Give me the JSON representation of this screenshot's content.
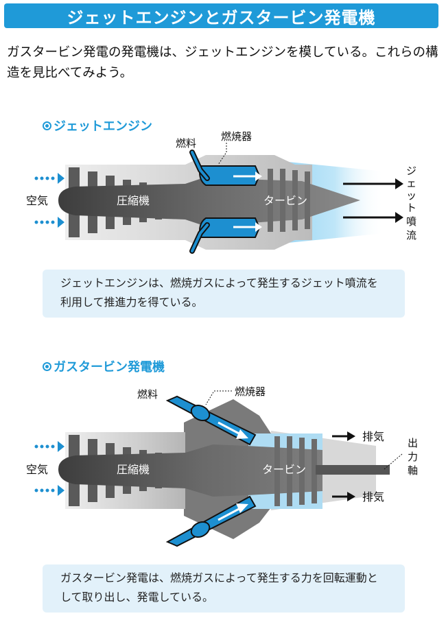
{
  "header": {
    "title": "ジェットエンジンとガスタービン発電機"
  },
  "intro": {
    "text": "ガスタービン発電の発電機は、ジェットエンジンを模している。これらの構造を見比べてみよう。"
  },
  "jet": {
    "title": "ジェットエンジン",
    "fuel_label": "燃料",
    "combustor_label": "燃焼器",
    "air_label": "空気",
    "compressor_label": "圧縮機",
    "turbine_label": "タービン",
    "jet_stream_label": "ジェット噴流",
    "note": "ジェットエンジンは、燃焼ガスによって発生するジェット噴流を利用して推進力を得ている。"
  },
  "gas": {
    "title": "ガスタービン発電機",
    "fuel_label": "燃料",
    "combustor_label": "燃焼器",
    "air_label": "空気",
    "compressor_label": "圧縮機",
    "turbine_label": "タービン",
    "exhaust_label_top": "排気",
    "exhaust_label_bottom": "排気",
    "shaft_label": "出力軸",
    "note": "ガスタービン発電は、燃焼ガスによって発生する力を回転運動として取り出し、発電している。"
  },
  "colors": {
    "accent": "#1f9ad8",
    "note_bg": "#e2f1fa",
    "engine_dark": "#4b4b4b",
    "engine_light": "#cfcfcf"
  }
}
